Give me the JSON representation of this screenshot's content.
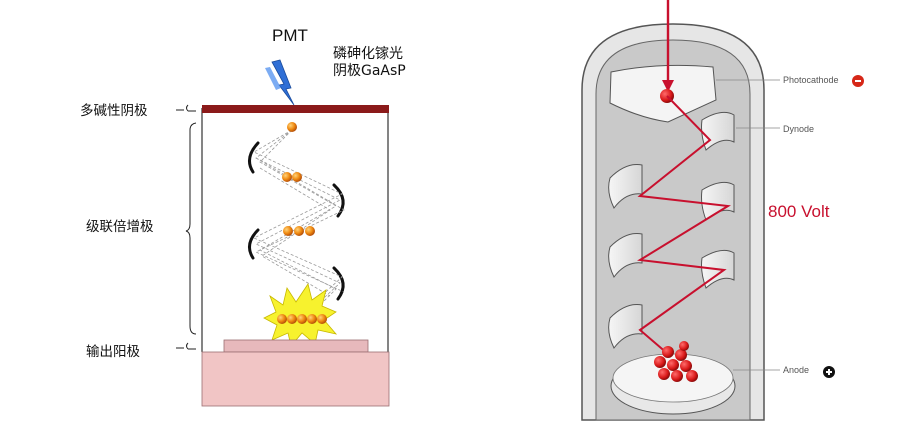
{
  "left_diagram": {
    "title": "PMT",
    "cathode_material": [
      "磷砷化镓光",
      "阴极GaAsP"
    ],
    "labels": {
      "multialkali_cathode": "多碱性阴极",
      "cascade_dynodes": "级联倍增极",
      "output_anode": "输出阳极"
    }
  },
  "right_diagram": {
    "labels": {
      "photocathode": "Photocathode",
      "dynode": "Dynode",
      "anode": "Anode",
      "voltage": "800 Volt"
    },
    "colors": {
      "electron_path": "#c8102e",
      "tube_body": "#c9c9c9",
      "negative_sign": "#d62718",
      "positive_sign": "#111111"
    }
  },
  "colors": {
    "cathode_bar": "#8b1a1a",
    "electron": "#e8890c",
    "anode_plate": "#e7b9bc",
    "base": "#f1c5c5",
    "spark": "#f7f22e"
  }
}
